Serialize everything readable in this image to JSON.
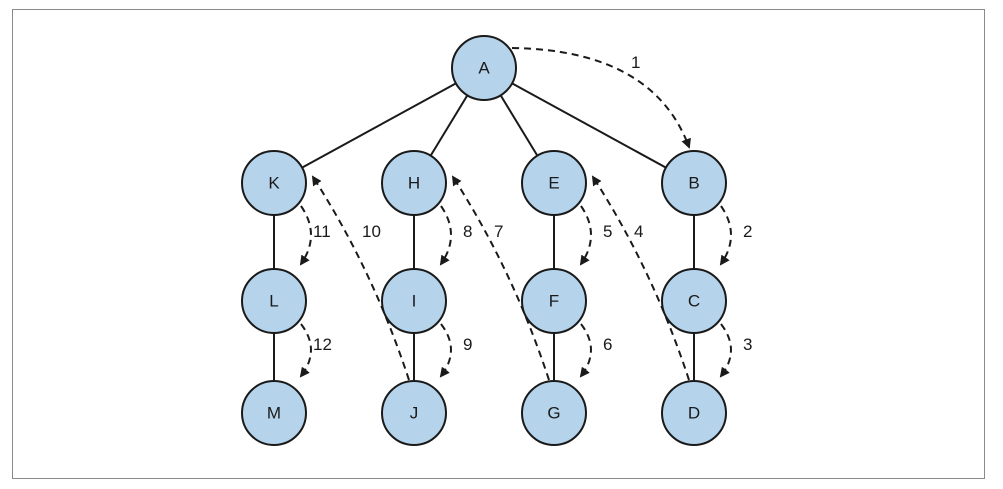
{
  "diagram": {
    "nodes": [
      {
        "id": "A",
        "label": "A"
      },
      {
        "id": "K",
        "label": "K"
      },
      {
        "id": "H",
        "label": "H"
      },
      {
        "id": "E",
        "label": "E"
      },
      {
        "id": "B",
        "label": "B"
      },
      {
        "id": "L",
        "label": "L"
      },
      {
        "id": "I",
        "label": "I"
      },
      {
        "id": "F",
        "label": "F"
      },
      {
        "id": "C",
        "label": "C"
      },
      {
        "id": "M",
        "label": "M"
      },
      {
        "id": "J",
        "label": "J"
      },
      {
        "id": "G",
        "label": "G"
      },
      {
        "id": "D",
        "label": "D"
      }
    ],
    "edges": [
      {
        "from": "A",
        "to": "K"
      },
      {
        "from": "A",
        "to": "H"
      },
      {
        "from": "A",
        "to": "E"
      },
      {
        "from": "A",
        "to": "B"
      },
      {
        "from": "K",
        "to": "L"
      },
      {
        "from": "L",
        "to": "M"
      },
      {
        "from": "H",
        "to": "I"
      },
      {
        "from": "I",
        "to": "J"
      },
      {
        "from": "E",
        "to": "F"
      },
      {
        "from": "F",
        "to": "G"
      },
      {
        "from": "B",
        "to": "C"
      },
      {
        "from": "C",
        "to": "D"
      }
    ],
    "traversal": [
      {
        "step": "1",
        "from": "A",
        "to": "B"
      },
      {
        "step": "2",
        "from": "B",
        "to": "C"
      },
      {
        "step": "3",
        "from": "C",
        "to": "D"
      },
      {
        "step": "4",
        "from": "D",
        "to": "E"
      },
      {
        "step": "5",
        "from": "E",
        "to": "F"
      },
      {
        "step": "6",
        "from": "F",
        "to": "G"
      },
      {
        "step": "7",
        "from": "G",
        "to": "H"
      },
      {
        "step": "8",
        "from": "H",
        "to": "I"
      },
      {
        "step": "9",
        "from": "I",
        "to": "J"
      },
      {
        "step": "10",
        "from": "J",
        "to": "K"
      },
      {
        "step": "11",
        "from": "K",
        "to": "L"
      },
      {
        "step": "12",
        "from": "L",
        "to": "M"
      }
    ]
  }
}
